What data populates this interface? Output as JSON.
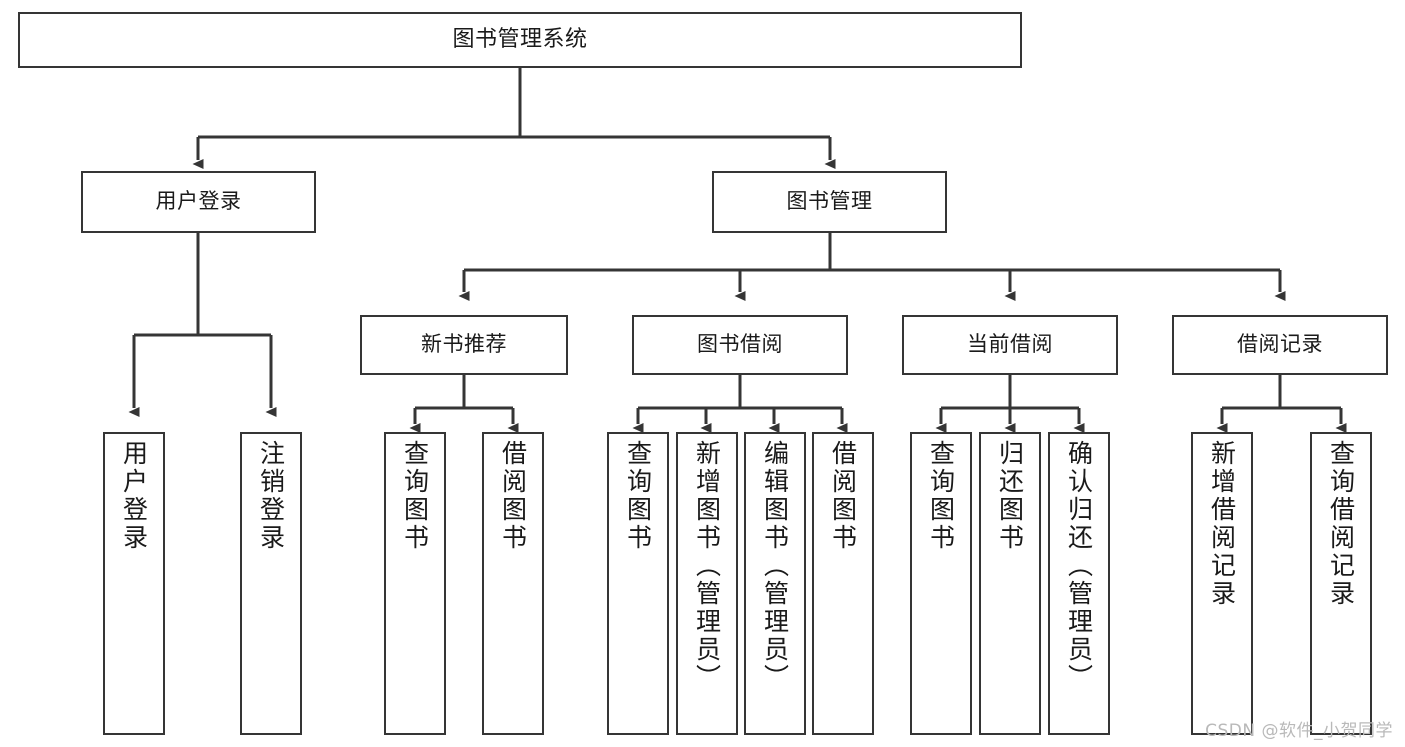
{
  "diagram": {
    "title": "图书管理系统",
    "type": "tree",
    "watermark": "CSDN @软件_小贺同学",
    "colors": {
      "border": "#353535",
      "fill": "#ffffff",
      "text": "#1a1a1a",
      "edge": "#353535",
      "watermark": "#b9b9b9"
    },
    "nodes": {
      "root": {
        "label": "图书管理系统"
      },
      "level1": [
        {
          "id": "user-login",
          "label": "用户登录"
        },
        {
          "id": "book-manage",
          "label": "图书管理"
        }
      ],
      "level2": [
        {
          "id": "new-book-recommend",
          "label": "新书推荐",
          "parent": "book-manage"
        },
        {
          "id": "book-borrow",
          "label": "图书借阅",
          "parent": "book-manage"
        },
        {
          "id": "current-borrow",
          "label": "当前借阅",
          "parent": "book-manage"
        },
        {
          "id": "borrow-record",
          "label": "借阅记录",
          "parent": "book-manage"
        }
      ],
      "leaves": [
        {
          "id": "leaf-user-login",
          "label": "用户登录",
          "parent": "user-login"
        },
        {
          "id": "leaf-user-logout",
          "label": "注销登录",
          "parent": "user-login"
        },
        {
          "id": "leaf-query-book-1",
          "label": "查询图书",
          "parent": "new-book-recommend"
        },
        {
          "id": "leaf-borrow-book-1",
          "label": "借阅图书",
          "parent": "new-book-recommend"
        },
        {
          "id": "leaf-query-book-2",
          "label": "查询图书",
          "parent": "book-borrow"
        },
        {
          "id": "leaf-add-book",
          "label": "新增图书（管理员）",
          "parent": "book-borrow"
        },
        {
          "id": "leaf-edit-book",
          "label": "编辑图书（管理员）",
          "parent": "book-borrow"
        },
        {
          "id": "leaf-borrow-book-2",
          "label": "借阅图书",
          "parent": "book-borrow"
        },
        {
          "id": "leaf-query-book-3",
          "label": "查询图书",
          "parent": "current-borrow"
        },
        {
          "id": "leaf-return-book",
          "label": "归还图书",
          "parent": "current-borrow"
        },
        {
          "id": "leaf-confirm-return",
          "label": "确认归还（管理员）",
          "parent": "current-borrow"
        },
        {
          "id": "leaf-add-record",
          "label": "新增借阅记录",
          "parent": "borrow-record"
        },
        {
          "id": "leaf-query-record",
          "label": "查询借阅记录",
          "parent": "borrow-record"
        }
      ]
    }
  }
}
